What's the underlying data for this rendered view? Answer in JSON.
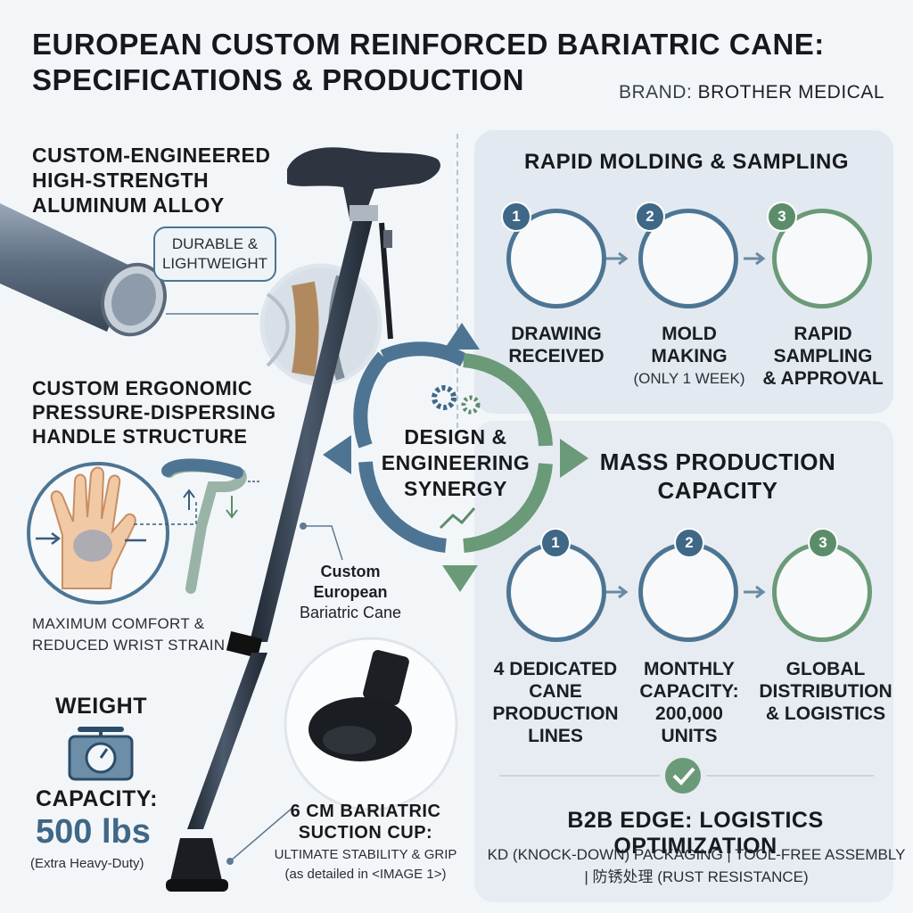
{
  "header": {
    "title_line1": "EUROPEAN CUSTOM REINFORCED BARIATRIC CANE:",
    "title_line2": "SPECIFICATIONS & PRODUCTION",
    "brand_label": "BRAND:",
    "brand_name": "BROTHER MEDICAL"
  },
  "material": {
    "heading_line1": "CUSTOM-ENGINEERED",
    "heading_line2": "HIGH-STRENGTH",
    "heading_line3": "ALUMINUM ALLOY",
    "bubble_line1": "DURABLE &",
    "bubble_line2": "LIGHTWEIGHT"
  },
  "handle": {
    "heading_line1": "CUSTOM ERGONOMIC",
    "heading_line2": "PRESSURE-DISPERSING",
    "heading_line3": "HANDLE STRUCTURE",
    "caption_line1": "MAXIMUM COMFORT &",
    "caption_line2": "REDUCED WRIST STRAIN"
  },
  "weight": {
    "heading": "WEIGHT",
    "capacity_label": "CAPACITY:",
    "value": "500 lbs",
    "note": "(Extra Heavy-Duty)"
  },
  "cane_label": {
    "line1": "Custom",
    "line2": "European",
    "line3": "Bariatric Cane"
  },
  "tip": {
    "heading_line1": "6 CM BARIATRIC",
    "heading_line2": "SUCTION CUP:",
    "caption_line1": "ULTIMATE STABILITY & GRIP",
    "caption_line2": "(as detailed in <IMAGE 1>)"
  },
  "synergy": {
    "line1": "DESIGN &",
    "line2": "ENGINEERING",
    "line3": "SYNERGY"
  },
  "molding": {
    "heading": "RAPID MOLDING & SAMPLING",
    "steps": [
      {
        "num": "1",
        "line1": "DRAWING",
        "line2": "RECEIVED",
        "line3": ""
      },
      {
        "num": "2",
        "line1": "MOLD",
        "line2": "MAKING",
        "line3": "(ONLY 1 WEEK)"
      },
      {
        "num": "3",
        "line1": "RAPID",
        "line2": "SAMPLING",
        "line3": "& APPROVAL"
      }
    ]
  },
  "production": {
    "heading_line1": "MASS PRODUCTION",
    "heading_line2": "CAPACITY",
    "steps": [
      {
        "num": "1",
        "line1": "4 DEDICATED",
        "line2": "CANE",
        "line3": "PRODUCTION",
        "line4": "LINES"
      },
      {
        "num": "2",
        "line1": "MONTHLY",
        "line2": "CAPACITY:",
        "line3": "200,000",
        "line4": "UNITS"
      },
      {
        "num": "3",
        "line1": "GLOBAL",
        "line2": "DISTRIBUTION",
        "line3": "& LOGISTICS",
        "line4": ""
      }
    ]
  },
  "b2b": {
    "heading": "B2B EDGE: LOGISTICS OPTIMIZATION",
    "line1": "KD (KNOCK-DOWN) PACKAGING | TOOL-FREE ASSEMBLY",
    "line2": "| 防锈处理 (RUST RESISTANCE)"
  },
  "colors": {
    "blue": "#4d7593",
    "green": "#6b9a78",
    "cane": "#2f3947",
    "panel": "#e2e9f0"
  }
}
